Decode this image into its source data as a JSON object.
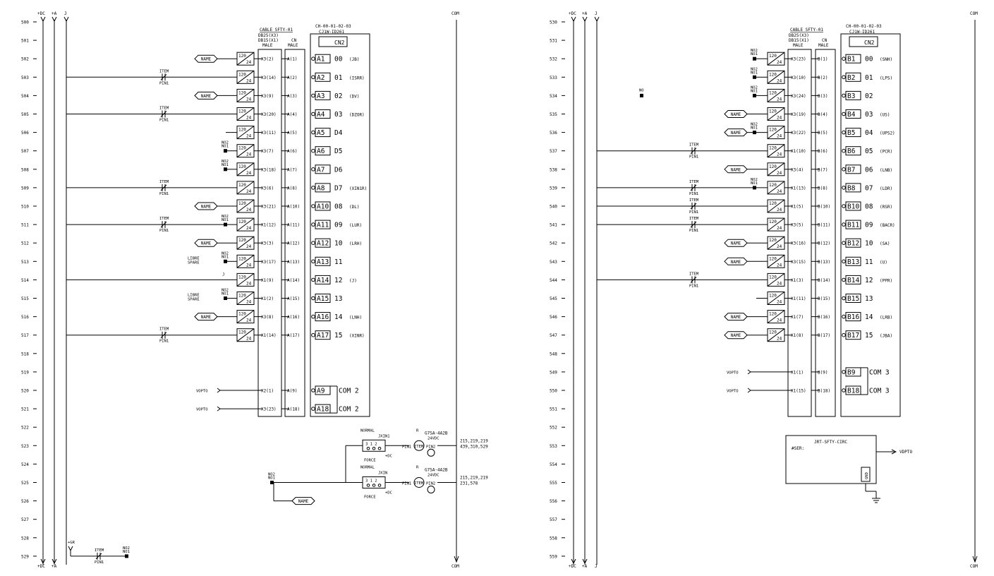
{
  "bus_left": {
    "plus_dc": "+DC",
    "plus_a": "+A",
    "j": "J",
    "com": "COM"
  },
  "bus_right": {
    "plus_dc": "+DC",
    "plus_a": "+A",
    "j": "J",
    "com": "COM"
  },
  "left_rungs": [
    "500",
    "501",
    "502",
    "503",
    "504",
    "505",
    "506",
    "507",
    "508",
    "509",
    "510",
    "511",
    "512",
    "513",
    "514",
    "515",
    "516",
    "517",
    "518",
    "519",
    "520",
    "521",
    "522",
    "523",
    "524",
    "525",
    "526",
    "527",
    "528",
    "529"
  ],
  "right_rungs": [
    "530",
    "531",
    "532",
    "533",
    "534",
    "535",
    "536",
    "537",
    "538",
    "539",
    "540",
    "541",
    "542",
    "543",
    "544",
    "545",
    "546",
    "547",
    "548",
    "549",
    "550",
    "551",
    "552",
    "553",
    "554",
    "555",
    "556",
    "557",
    "558",
    "559"
  ],
  "left_header": {
    "cable": "CABLE SFTY-01",
    "db25": "DB25(X3)",
    "db15": "DB15(X1)",
    "male": "MALE",
    "cn": "CN",
    "cn_male": "MALE",
    "module_id": "CH-00-01-02-03",
    "module_type": "CJ1W-ID261",
    "cn2": "CN2"
  },
  "right_header": {
    "cable": "CABLE SFTY-01",
    "db25": "DB25(X3)",
    "db15": "DB15(X1)",
    "male": "MALE",
    "cn": "CN",
    "cn_male": "MALE",
    "module_id": "CH-00-01-02-03",
    "module_type": "CJ1W-ID261",
    "cn2": "CN2"
  },
  "relay_top": "120",
  "relay_bot": "24",
  "labels": {
    "name": "NAME",
    "item": "ITEM",
    "pin1": "PIN1",
    "pin2": "PIN2",
    "no2": "NO2",
    "no1": "NO1",
    "no": "NO",
    "j": "J",
    "libre": "LIBRE",
    "spare": "SPARE",
    "vopto": "VOPTO",
    "plus_gr": "+GR"
  },
  "left_rows": [
    {
      "x": "X3(2)",
      "a": "A(1)",
      "t": "A1",
      "bit": "00",
      "tag": "(JB)",
      "src": "name"
    },
    {
      "x": "X3(14)",
      "a": "A(2)",
      "t": "A2",
      "bit": "01",
      "tag": "(ISRR)",
      "src": "item"
    },
    {
      "x": "X3(9)",
      "a": "A(3)",
      "t": "A3",
      "bit": "02",
      "tag": "(DV)",
      "src": "name"
    },
    {
      "x": "X3(20)",
      "a": "A(4)",
      "t": "A4",
      "bit": "03",
      "tag": "(DZOR)",
      "src": "item"
    },
    {
      "x": "X3(11)",
      "a": "A(5)",
      "t": "A5",
      "bit": "D4",
      "tag": "",
      "src": "line"
    },
    {
      "x": "X3(7)",
      "a": "A(6)",
      "t": "A6",
      "bit": "D5",
      "tag": "",
      "src": "no"
    },
    {
      "x": "X3(18)",
      "a": "A(7)",
      "t": "A7",
      "bit": "D6",
      "tag": "",
      "src": "no"
    },
    {
      "x": "X3(6)",
      "a": "A(8)",
      "t": "A8",
      "bit": "D7",
      "tag": "(XIN1R)",
      "src": "item"
    },
    {
      "x": "X3(21)",
      "a": "A(10)",
      "t": "A10",
      "bit": "08",
      "tag": "(DL)",
      "src": "name"
    },
    {
      "x": "X1(12)",
      "a": "A(11)",
      "t": "A11",
      "bit": "09",
      "tag": "(LUR)",
      "src": "itemno"
    },
    {
      "x": "X3(3)",
      "a": "A(12)",
      "t": "A12",
      "bit": "10",
      "tag": "(LRH)",
      "src": "name"
    },
    {
      "x": "X3(17)",
      "a": "A(13)",
      "t": "A13",
      "bit": "11",
      "tag": "",
      "src": "libre"
    },
    {
      "x": "X1(9)",
      "a": "A(14)",
      "t": "A14",
      "bit": "12",
      "tag": "(J)",
      "src": "j"
    },
    {
      "x": "X1(2)",
      "a": "A(15)",
      "t": "A15",
      "bit": "13",
      "tag": "",
      "src": "libre"
    },
    {
      "x": "X3(8)",
      "a": "A(16)",
      "t": "A16",
      "bit": "14",
      "tag": "(LNH)",
      "src": "name"
    },
    {
      "x": "X1(14)",
      "a": "A(17)",
      "t": "A17",
      "bit": "15",
      "tag": "(XINR)",
      "src": "item"
    }
  ],
  "left_com": [
    {
      "x": "X2(1)",
      "a": "A(9)",
      "t": "A9",
      "label": "COM  2"
    },
    {
      "x": "X3(23)",
      "a": "A(18)",
      "t": "A18",
      "label": "COM  2"
    }
  ],
  "right_rows": [
    {
      "x": "X3(23)",
      "a": "B(1)",
      "t": "B1",
      "bit": "00",
      "tag": "(SNH)",
      "src": "no"
    },
    {
      "x": "X3(10)",
      "a": "B(2)",
      "t": "B2",
      "bit": "01",
      "tag": "(LPS)",
      "src": "no"
    },
    {
      "x": "X3(24)",
      "a": "B(3)",
      "t": "B3",
      "bit": "02",
      "tag": "",
      "src": "no"
    },
    {
      "x": "X3(19)",
      "a": "B(4)",
      "t": "B4",
      "bit": "03",
      "tag": "(US)",
      "src": "name"
    },
    {
      "x": "X3(22)",
      "a": "B(5)",
      "t": "B5",
      "bit": "04",
      "tag": "(UPS2)",
      "src": "nameno"
    },
    {
      "x": "X1(10)",
      "a": "B(6)",
      "t": "B6",
      "bit": "05",
      "tag": "(PCR)",
      "src": "item"
    },
    {
      "x": "X3(4)",
      "a": "B(7)",
      "t": "B7",
      "bit": "06",
      "tag": "(LNB)",
      "src": "name"
    },
    {
      "x": "X1(13)",
      "a": "B(8)",
      "t": "B8",
      "bit": "07",
      "tag": "(LDR)",
      "src": "itemno"
    },
    {
      "x": "X1(5)",
      "a": "B(10)",
      "t": "B10",
      "bit": "08",
      "tag": "(RSR)",
      "src": "item"
    },
    {
      "x": "X3(5)",
      "a": "B(11)",
      "t": "B11",
      "bit": "09",
      "tag": "(BACR)",
      "src": "item"
    },
    {
      "x": "X3(16)",
      "a": "B(12)",
      "t": "B12",
      "bit": "10",
      "tag": "(SA)",
      "src": "name"
    },
    {
      "x": "X3(15)",
      "a": "B(13)",
      "t": "B13",
      "bit": "11",
      "tag": "(U)",
      "src": "name"
    },
    {
      "x": "X1(3)",
      "a": "B(14)",
      "t": "B14",
      "bit": "12",
      "tag": "(PPR)",
      "src": "item"
    },
    {
      "x": "X1(11)",
      "a": "B(15)",
      "t": "B15",
      "bit": "13",
      "tag": "",
      "src": "line"
    },
    {
      "x": "X1(7)",
      "a": "B(16)",
      "t": "B16",
      "bit": "14",
      "tag": "(LRB)",
      "src": "name"
    },
    {
      "x": "X1(8)",
      "a": "B(17)",
      "t": "B17",
      "bit": "15",
      "tag": "(JBA)",
      "src": "name"
    }
  ],
  "right_com": [
    {
      "x": "X1(1)",
      "a": "B(9)",
      "t": "B9",
      "label": "COM  3"
    },
    {
      "x": "X1(15)",
      "a": "B(18)",
      "t": "B18",
      "label": "COM  3"
    }
  ],
  "safety_circuit": {
    "title": "JRT-SFTY-CIRC",
    "ser": "#SER:",
    "gnd": "GND",
    "out": "VDPTO"
  },
  "switches": [
    {
      "normal": "NORMAL",
      "name": "JXIN1",
      "force": "FORCE",
      "pins": "3  1  2",
      "dc": "+DC",
      "r": "R",
      "relay": "G7SA-4A2B",
      "volt": "24VDC",
      "ref1": "215,219,219",
      "ref2": "439,310,529",
      "item": "ITEM"
    },
    {
      "normal": "NORMAL",
      "name": "JXIN",
      "force": "FORCE",
      "pins": "3  1  2",
      "dc": "+DC",
      "r": "R",
      "relay": "G7SA-4A2B",
      "volt": "24VDC",
      "ref1": "215,219,219",
      "ref2": "231,578",
      "item": "ITEM"
    }
  ]
}
